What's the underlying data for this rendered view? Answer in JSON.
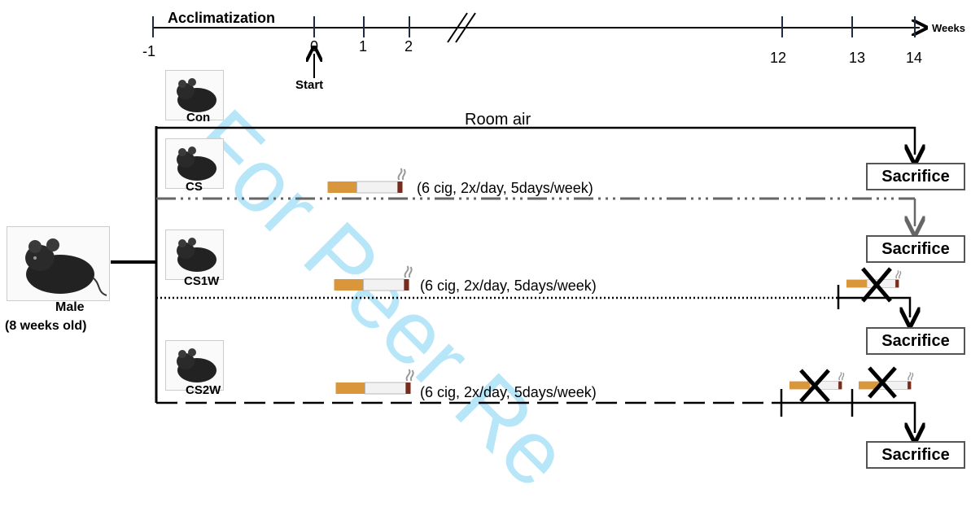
{
  "timeline": {
    "phase_label": "Acclimatization",
    "units_label": "Weeks",
    "ticks": [
      "-1",
      "0",
      "1",
      "2",
      "12",
      "13",
      "14"
    ],
    "start_label": "Start"
  },
  "subject": {
    "label": "Male",
    "age": "(8 weeks old)"
  },
  "groups": [
    {
      "name": "Con",
      "exposure": "Room air"
    },
    {
      "name": "CS",
      "exposure": "(6 cig, 2x/day, 5days/week)"
    },
    {
      "name": "CS1W",
      "exposure": "(6 cig, 2x/day, 5days/week)"
    },
    {
      "name": "CS2W",
      "exposure": "(6 cig, 2x/day, 5days/week)"
    }
  ],
  "endpoint_label": "Sacrifice",
  "watermark": "For Peer Re",
  "colors": {
    "axis": "#1f2a44",
    "line": "#000000",
    "cs_line": "#666666",
    "watermark": "#7fd3f5"
  },
  "icons": [
    "mouse-image",
    "cigarette-icon",
    "cross-icon",
    "arrow-icon"
  ]
}
